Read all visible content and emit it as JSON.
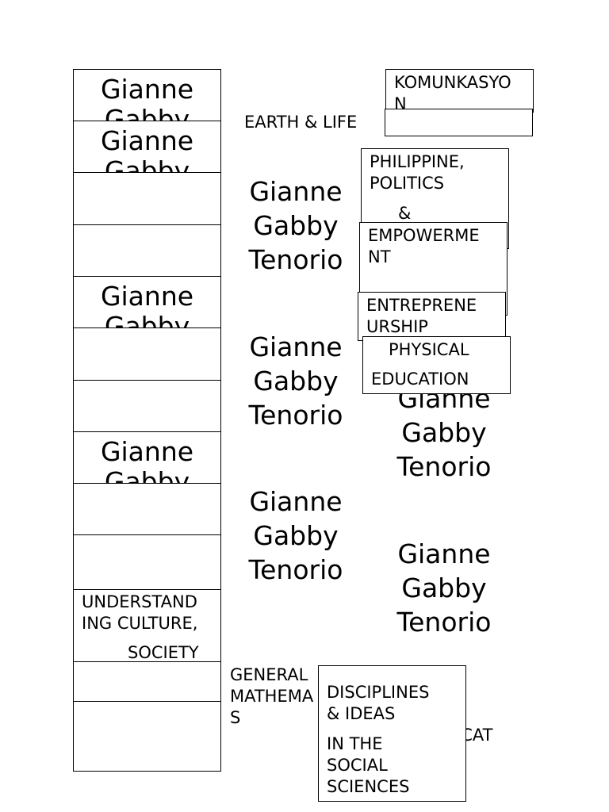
{
  "colors": {
    "background": "#ffffff",
    "ink": "#000000"
  },
  "left_column": {
    "cells": [
      "Gianne\nGabby",
      "Gianne\nGabby",
      "",
      "",
      "Gianne\nGabby",
      "",
      "",
      "Gianne\nGabby",
      "",
      "",
      "UNDERSTAND\nING CULTURE,",
      "",
      ""
    ],
    "understanding_extra": "SOCIETY"
  },
  "middle": {
    "earth_life": "EARTH & LIFE",
    "name_1": "Gianne\nGabby\nTenorio",
    "name_2": "Gianne\nGabby\nTenorio",
    "name_3": "Gianne\nGabby\nTenorio",
    "general_math": "GENERAL\nMATHEMA\nS"
  },
  "right": {
    "komunikasyon": "KOMUNKASYO\nN",
    "philippine": "PHILIPPINE,\nPOLITICS",
    "ampersand": "&",
    "empowerment": "EMPOWERME\nNT",
    "entrepreneurship": "ENTREPRENE\nURSHIP",
    "physical": "PHYSICAL",
    "education": "EDUCATION",
    "name_4": "Gianne\nGabby\nTenorio",
    "name_5": "Gianne\nGabby\nTenorio",
    "icat": "ICAT",
    "disciplines": "DISCIPLINES\n& IDEAS",
    "in_the_social": "IN THE\nSOCIAL\nSCIENCES"
  }
}
